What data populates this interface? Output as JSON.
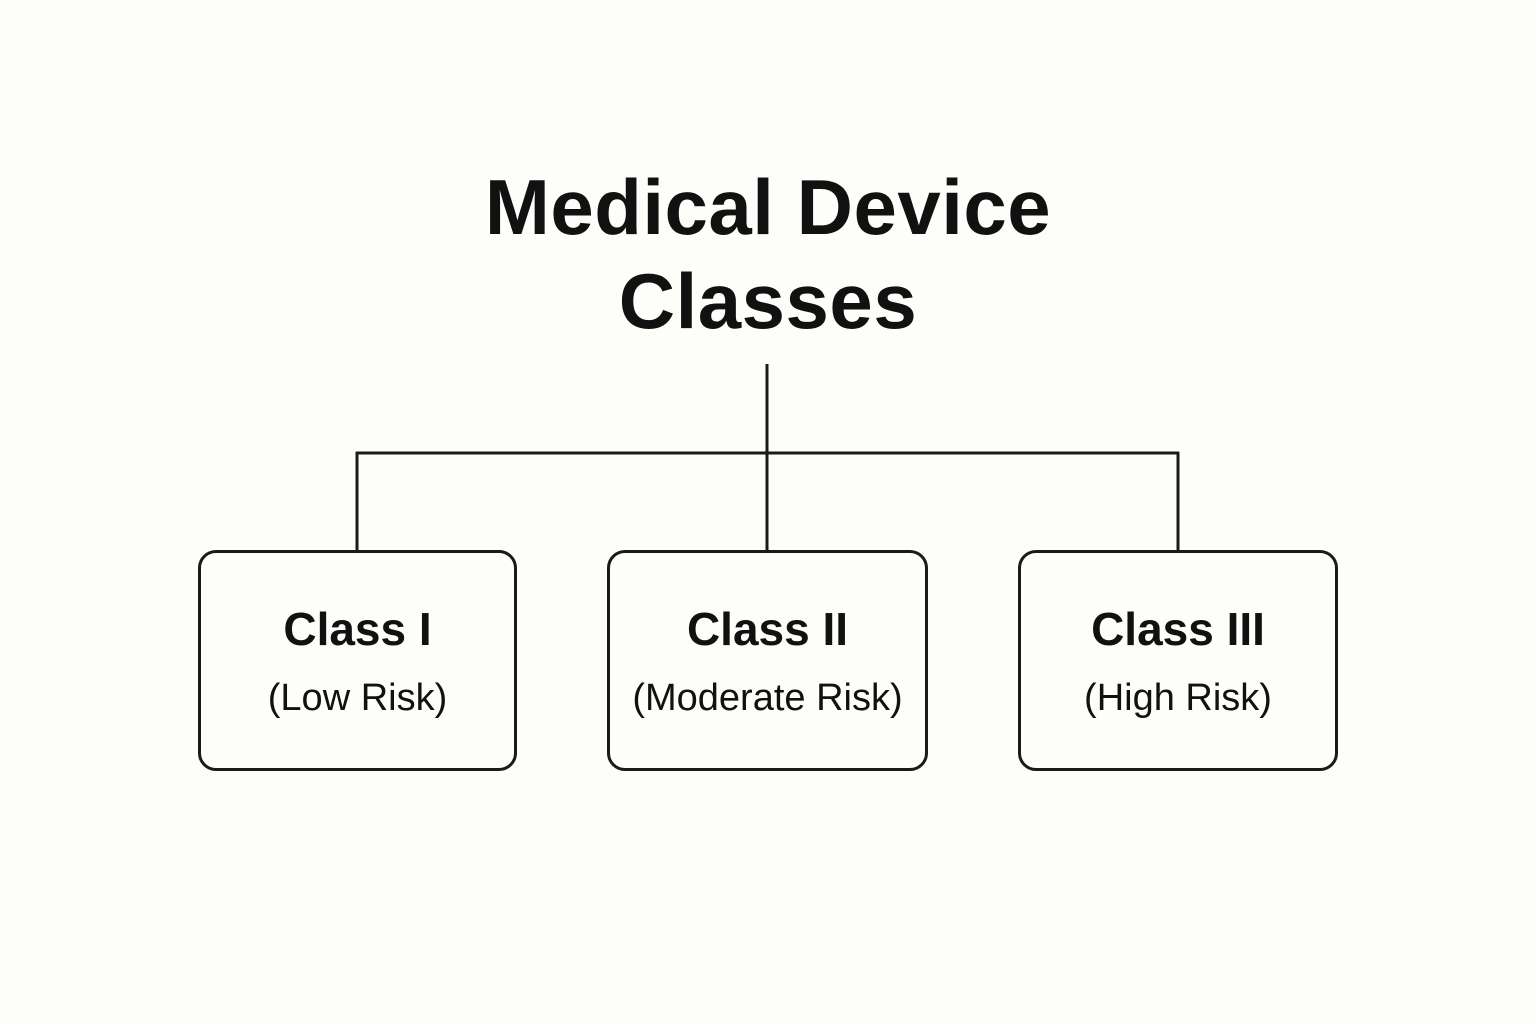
{
  "diagram": {
    "title_line1": "Medical Device",
    "title_line2": "Classes",
    "classes": [
      {
        "name": "Class I",
        "risk": "(Low Risk)"
      },
      {
        "name": "Class II",
        "risk": "(Moderate Risk)"
      },
      {
        "name": "Class III",
        "risk": "(High Risk)"
      }
    ]
  }
}
